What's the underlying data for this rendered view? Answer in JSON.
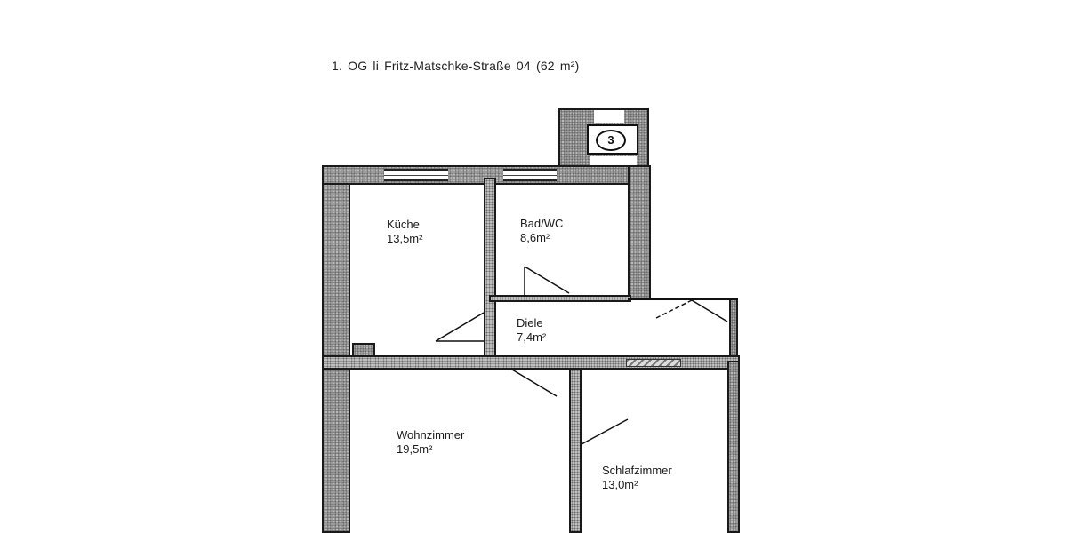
{
  "plan": {
    "title": "1.  OG li Fritz-Matschke-Straße 04 (62 m²)",
    "staircase_badge": "3",
    "rooms": [
      {
        "name": "Küche",
        "area": "13,5m²"
      },
      {
        "name": "Bad/WC",
        "area": "8,6m²"
      },
      {
        "name": "Diele",
        "area": "7,4m²"
      },
      {
        "name": "Wohnzimmer",
        "area": "19,5m²"
      },
      {
        "name": "Schlafzimmer",
        "area": "13,0m²"
      }
    ]
  }
}
